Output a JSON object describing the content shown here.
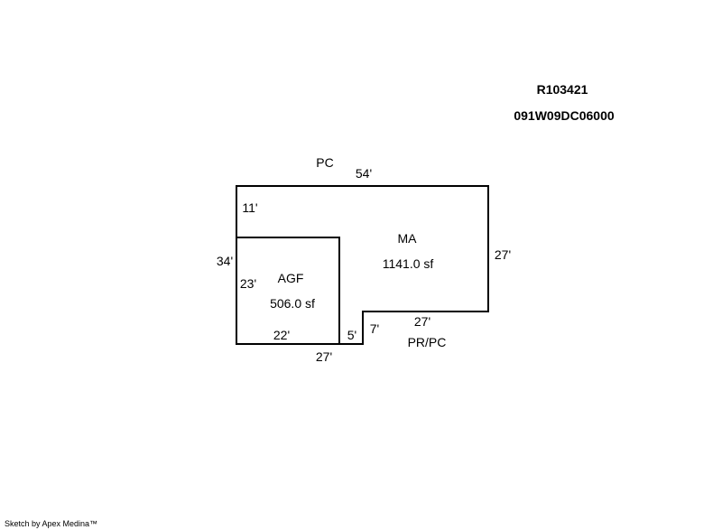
{
  "header": {
    "account": "R103421",
    "map_number": "091W09DC06000"
  },
  "areas": {
    "main": {
      "code": "MA",
      "size": "1141.0 sf"
    },
    "garage": {
      "code": "AGF",
      "size": "506.0 sf"
    }
  },
  "porches": {
    "top": "PC",
    "bottom": "PR/PC"
  },
  "dimensions": {
    "top": "54'",
    "left_upper": "11'",
    "left_overall": "34'",
    "right": "27'",
    "notch_bottom": "27'",
    "notch_step": "7'",
    "notch_gap": "5'",
    "bottom_overall": "27'",
    "garage_side": "23'",
    "garage_bottom": "22'"
  },
  "colors": {
    "line": "#000000",
    "background": "#ffffff"
  },
  "footer": {
    "credit": "Sketch by Apex Medina™"
  }
}
